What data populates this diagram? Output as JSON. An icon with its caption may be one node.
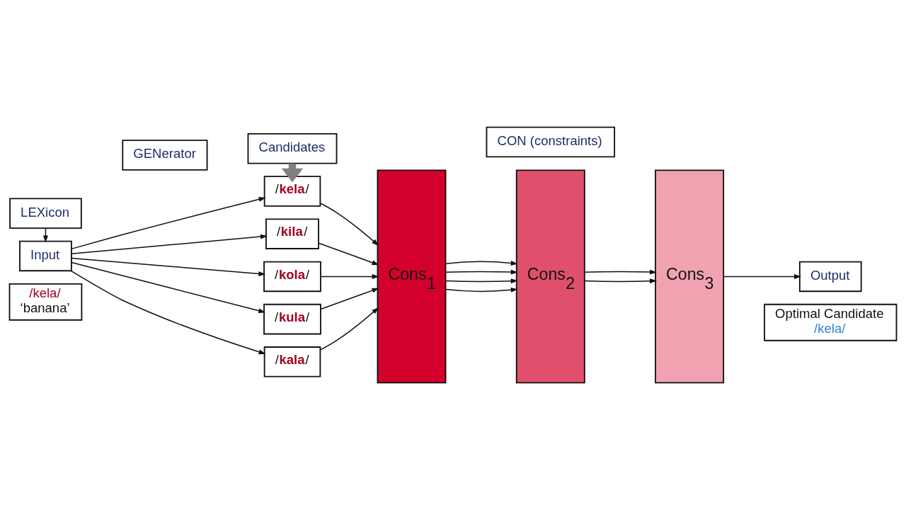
{
  "diagram": {
    "nodes": [
      {
        "text": [
          "LEXicon"
        ]
      },
      {
        "text": [
          "GENerator"
        ]
      },
      {
        "text": [
          "Input"
        ]
      },
      {
        "text": [
          "/kela/",
          "‘banana’"
        ]
      },
      {
        "text": [
          "Candidates"
        ]
      },
      {
        "text": [
          "/**kela**/"
        ]
      },
      {
        "text": [
          "/**kila**/"
        ]
      },
      {
        "text": [
          "/**kola**/"
        ]
      },
      {
        "text": [
          "/**kula**/"
        ]
      },
      {
        "text": [
          "/**kala**/"
        ]
      },
      {
        "text": [
          "CON (constraints)"
        ]
      },
      {
        "text": [
          "Cons$_{1}$"
        ]
      },
      {
        "text": [
          "Cons$_{2}$"
        ]
      },
      {
        "text": [
          "Cons$_{3}$"
        ]
      },
      {
        "text": [
          "Output"
        ]
      },
      {
        "text": [
          "Optimal Candidate",
          "/kela/"
        ]
      }
    ],
    "edges": [
      {
        "from": 0,
        "to": 2,
        "arrow": "to"
      },
      {
        "from": 2,
        "to": 5,
        "arrow": "to"
      },
      {
        "from": 2,
        "to": 6,
        "arrow": "to"
      },
      {
        "from": 2,
        "to": 7,
        "arrow": "to"
      },
      {
        "from": 2,
        "to": 8,
        "arrow": "to"
      },
      {
        "from": 2,
        "to": 9,
        "arrow": "to"
      },
      {
        "from": 4,
        "to": 5,
        "arrow": "to",
        "style": "thick",
        "color": "#808080"
      },
      {
        "from": 5,
        "to": 11,
        "arrow": "to"
      },
      {
        "from": 6,
        "to": 11,
        "arrow": "to"
      },
      {
        "from": 7,
        "to": 11,
        "arrow": "to"
      },
      {
        "from": 8,
        "to": 11,
        "arrow": "to"
      },
      {
        "from": 9,
        "to": 11,
        "arrow": "to"
      },
      {
        "from": 11,
        "to": 12,
        "arrow": "to"
      },
      {
        "from": 11,
        "to": 12,
        "arrow": "to"
      },
      {
        "from": 11,
        "to": 12,
        "arrow": "to"
      },
      {
        "from": 11,
        "to": 12,
        "arrow": "to"
      },
      {
        "from": 12,
        "to": 13,
        "arrow": "to"
      },
      {
        "from": 12,
        "to": 13,
        "arrow": "to"
      },
      {
        "from": 13,
        "to": 14,
        "arrow": "to"
      }
    ]
  }
}
